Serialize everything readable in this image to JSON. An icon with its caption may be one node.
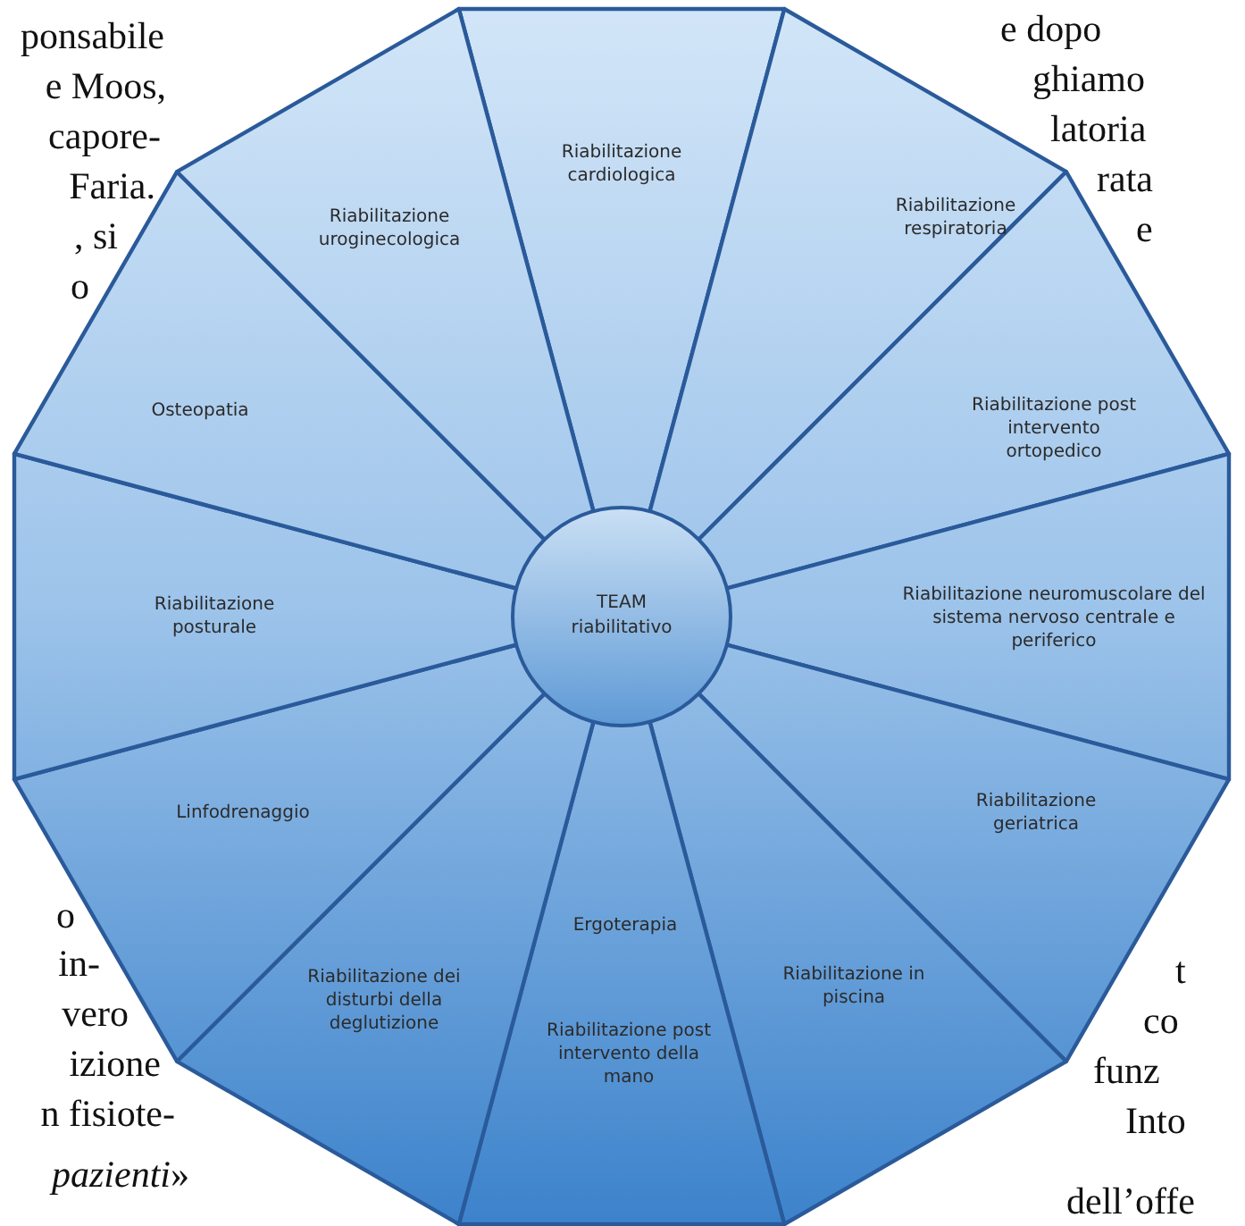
{
  "diagram": {
    "nodes": [
      {
        "text": [
          "TEAM riabilitativo"
        ]
      },
      {
        "text": [
          "Riabilitazione cardiologica"
        ]
      },
      {
        "text": [
          "Riabilitazione respiratoria"
        ]
      },
      {
        "text": [
          "Riabilitazione post intervento ortopedico"
        ]
      },
      {
        "text": [
          "Riabilitazione neuromuscolare del sistema nervoso centrale e periferico"
        ]
      },
      {
        "text": [
          "Riabilitazione geriatrica"
        ]
      },
      {
        "text": [
          "Riabilitazione in piscina"
        ]
      },
      {
        "text": [
          "Ergoterapia",
          "Riabilitazione post intervento della mano"
        ]
      },
      {
        "text": [
          "Riabilitazione dei disturbi della deglutizione"
        ]
      },
      {
        "text": [
          "Linfodrenaggio"
        ]
      },
      {
        "text": [
          "Riabilitazione posturale"
        ]
      },
      {
        "text": [
          "Osteopatia"
        ]
      },
      {
        "text": [
          "Riabilitazione uroginecologica"
        ]
      }
    ],
    "labels": [
      "ponsabile",
      "e dopo",
      "e Moos,",
      "ghiamo",
      "capore-",
      "latoria",
      "Faria.",
      "rata",
      ", si",
      "e",
      "o",
      "o",
      "in-",
      "t",
      "vero",
      "co",
      "izione",
      "funz",
      "n fisiote-",
      "Into",
      "*pazienti*»",
      "dell’offe"
    ]
  }
}
